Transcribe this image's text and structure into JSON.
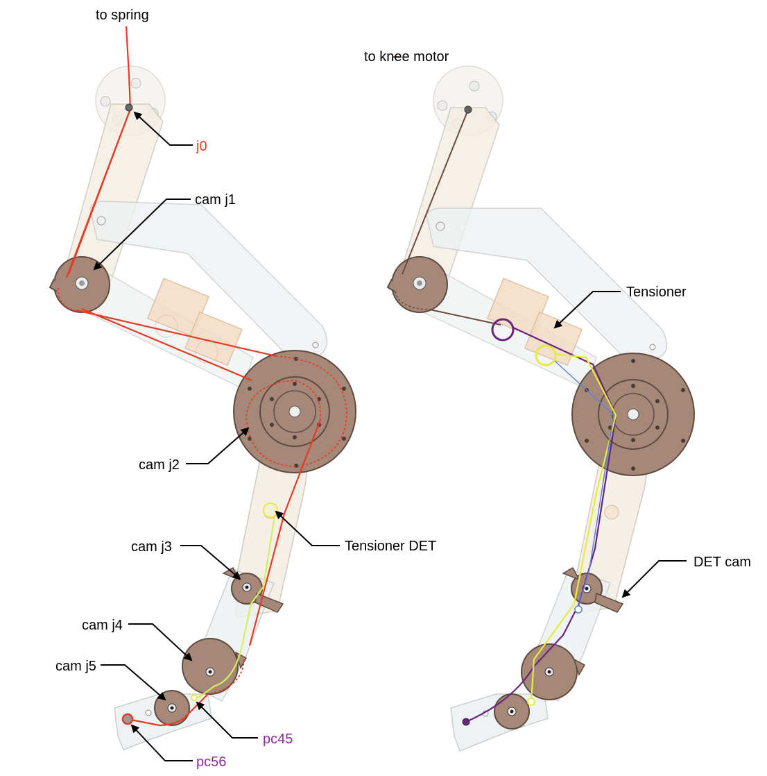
{
  "labels": {
    "to_spring": "to spring",
    "j0": "j0",
    "cam_j1": "cam j1",
    "cam_j2": "cam j2",
    "cam_j3": "cam j3",
    "cam_j4": "cam j4",
    "cam_j5": "cam j5",
    "tensioner_det": "Tensioner DET",
    "pc45": "pc45",
    "pc56": "pc56",
    "to_knee_motor": "to knee motor",
    "tensioner": "Tensioner",
    "det_cam": "DET cam"
  },
  "colors": {
    "cable_red": "#e53a24",
    "cable_yellow": "#e6ec3c",
    "cable_green_yellow": "#d4f05a",
    "cable_purple": "#6a2380",
    "cable_blue": "#5a82d8",
    "cable_brown": "#6b4a3a",
    "label_red": "#e53a24",
    "label_purple": "#8a2a9a"
  }
}
